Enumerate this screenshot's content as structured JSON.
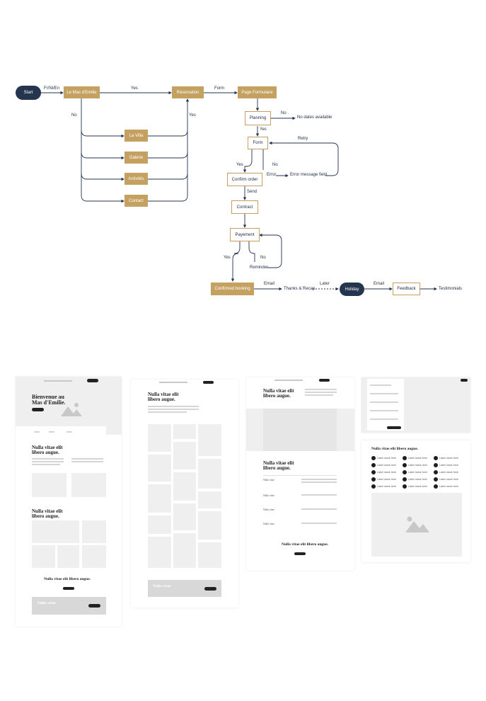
{
  "flowchart": {
    "nodes": {
      "start": "Start",
      "mas": "Le Mas d'Emilie",
      "reservation": "Réservation",
      "page_form": "Page Formulaire",
      "la_villa": "La Villa",
      "galerie": "Galerie",
      "activites": "Activités",
      "contact": "Contact",
      "planning": "Planning",
      "no_dates": "No dates available",
      "form": "Form",
      "error": "Error",
      "error_msg": "Error message field",
      "confirm_order": "Confirm order",
      "contract": "Contract",
      "payement": "Payement",
      "reminder": "Reminder",
      "confirmed_booking": "Confirmed booking",
      "thanks": "Thanks & Recap",
      "holiday": "Holiday",
      "feedback": "Feedback",
      "testimonials": "Testimonials"
    },
    "edge_labels": {
      "lang": "Fr/Nl/En",
      "yes_top": "Yes",
      "form_edge": "Form",
      "no_left": "No",
      "yes_right": "Yes",
      "no_planning": "No .",
      "yes_planning": "Yes",
      "retry": "Retry",
      "yes_form": "Yes",
      "no_form": "No",
      "send": "Send",
      "yes_payement": "Yes",
      "no_payement": "No",
      "email_1": "Email",
      "later": "Later",
      "email_2": "Email"
    },
    "colors": {
      "gold": "#c4a061",
      "navy": "#25344f",
      "line": "#25344f"
    }
  },
  "wireframes": {
    "home": {
      "hero_title": "Bienvenue au Mas d'Emilie.",
      "section_title": "Nulla vitae elit libero augue.",
      "section_title_2": "Nulla vitae elit libero augue.",
      "cta_title": "Nulla vitae elit libero augue.",
      "banner_title": "Nulla vitae"
    },
    "gallery": {
      "title": "Nulla vitae elit libero augue.",
      "banner_title": "Nulla vitae"
    },
    "activities": {
      "title": "Nulla vitae elit libero augue.",
      "title_2": "Nulla vitae elit libero augue.",
      "row_labels": [
        "Nulla vitae",
        "Nulla vitae",
        "Nulla vitae",
        "Nulla vitae"
      ],
      "cta_title": "Nulla vitae elit libero augue."
    },
    "villa": {
      "title": "Nulla vitae elit libero augue.",
      "feature_label": "Label name here"
    }
  }
}
